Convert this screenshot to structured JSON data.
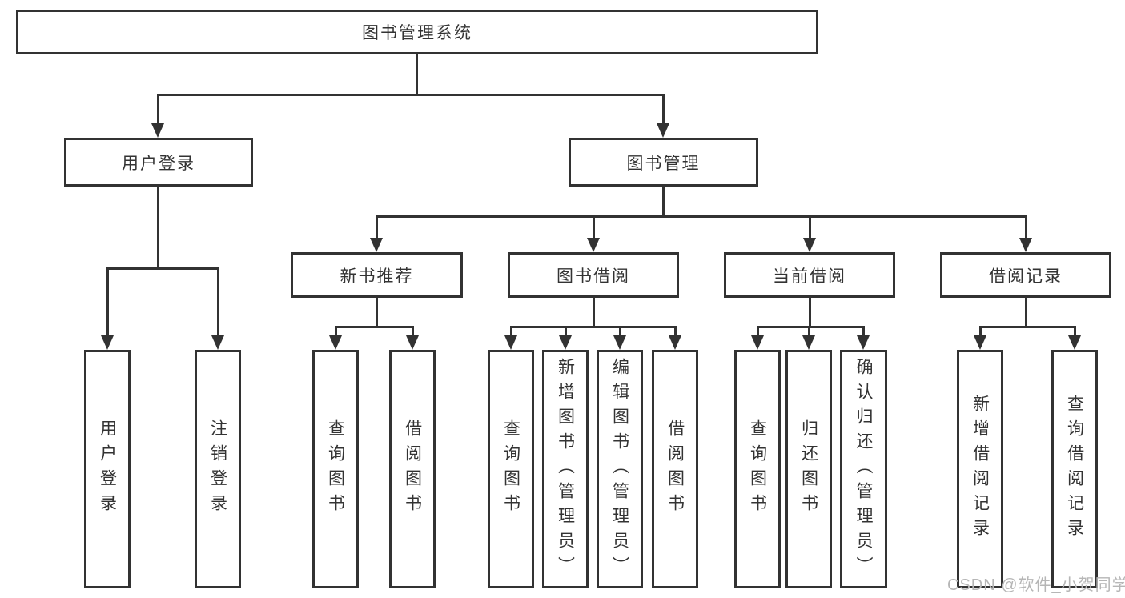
{
  "diagram": {
    "type": "hierarchy-tree",
    "nodes": {
      "root": "图书管理系统",
      "user_login": "用户登录",
      "book_management": "图书管理",
      "new_book_recommend": "新书推荐",
      "book_borrowing": "图书借阅",
      "current_borrowing": "当前借阅",
      "borrowing_records": "借阅记录",
      "ul_user_login": "用户登录",
      "ul_logout": "注销登录",
      "nbr_query_books": "查询图书",
      "nbr_borrow_books": "借阅图书",
      "bb_query_books": "查询图书",
      "bb_add_books": "新增图书（管理员）",
      "bb_edit_books": "编辑图书（管理员）",
      "bb_borrow_books": "借阅图书",
      "cb_query_books": "查询图书",
      "cb_return_books": "归还图书",
      "cb_confirm_return": "确认归还（管理员）",
      "br_add_record": "新增借阅记录",
      "br_query_record": "查询借阅记录"
    },
    "colors": {
      "line": "#323232",
      "text": "#333333",
      "background": "#ffffff",
      "watermark": "#b6b6b6"
    }
  },
  "watermark": "CSDN @软件_小贺同学"
}
